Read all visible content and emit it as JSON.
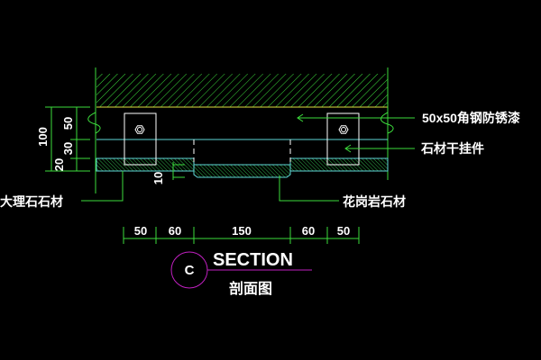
{
  "drawing": {
    "labels": {
      "angle_steel": "50x50角钢防锈漆",
      "stone_hanger": "石材干挂件",
      "marble": "大理石石材",
      "granite": "花岗岩石材"
    },
    "vertical_dims": {
      "total": "100",
      "d1": "50",
      "d2": "30",
      "d3": "20",
      "recess": "10"
    },
    "horizontal_dims": [
      "50",
      "60",
      "150",
      "60",
      "50"
    ],
    "section": {
      "mark": "C",
      "title": "SECTION",
      "subtitle": "剖面图"
    },
    "colors": {
      "background": "#000000",
      "lines": "#3cdc3c",
      "cyan": "#5fd7d7",
      "wall_edge": "#e0e040",
      "section_mark": "#c020c0"
    }
  }
}
